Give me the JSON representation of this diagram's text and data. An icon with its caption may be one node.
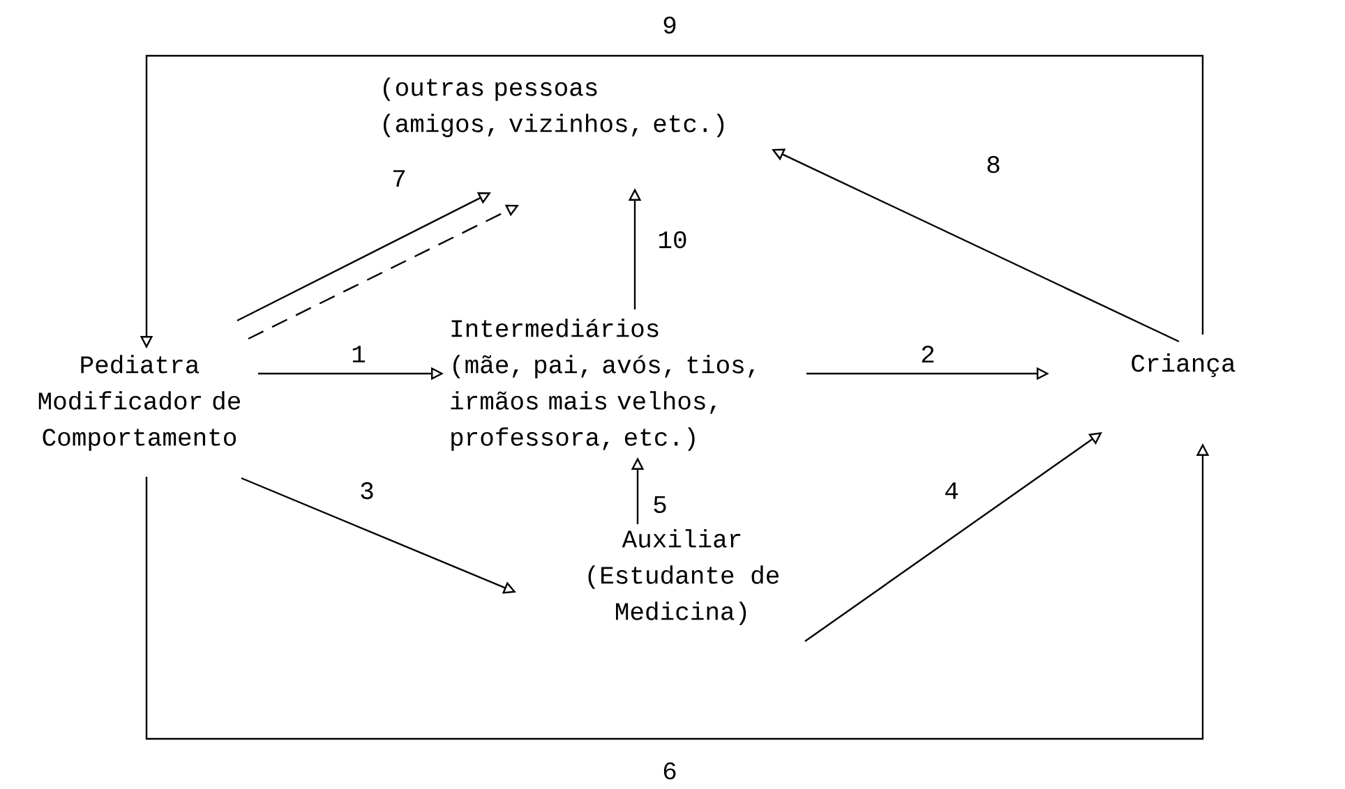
{
  "diagram": {
    "nodes": [
      {
        "text": [
          "Pediatra Modificador de Comportamento"
        ]
      },
      {
        "text": [
          "(outras pessoas",
          "(amigos, vizinhos, etc.)"
        ]
      },
      {
        "text": [
          "Intermediários",
          "(mãe, pai, avós, tios, irmãos mais velhos, professora, etc.)"
        ]
      },
      {
        "text": [
          "Criança"
        ]
      },
      {
        "text": [
          "Auxiliar (Estudante de Medicina)"
        ]
      }
    ],
    "edges": [
      {
        "from": 0,
        "to": 2,
        "arrow": "to",
        "label": "1"
      },
      {
        "from": 2,
        "to": 3,
        "arrow": "to",
        "label": "2"
      },
      {
        "from": 0,
        "to": 4,
        "arrow": "to",
        "label": "3"
      },
      {
        "from": 4,
        "to": 3,
        "arrow": "to",
        "label": "4"
      },
      {
        "from": 4,
        "to": 2,
        "arrow": "to",
        "label": "5"
      },
      {
        "from": 0,
        "to": 3,
        "arrow": "to",
        "label": "6"
      },
      {
        "from": 0,
        "to": 1,
        "arrow": "to",
        "label": "7"
      },
      {
        "from": 0,
        "to": 1,
        "arrow": "to",
        "style": "dashed"
      },
      {
        "from": 3,
        "to": 1,
        "arrow": "to",
        "label": "8"
      },
      {
        "from": 3,
        "to": 0,
        "arrow": "to",
        "label": "9"
      },
      {
        "from": 2,
        "to": 1,
        "arrow": "to",
        "label": "10"
      }
    ]
  }
}
